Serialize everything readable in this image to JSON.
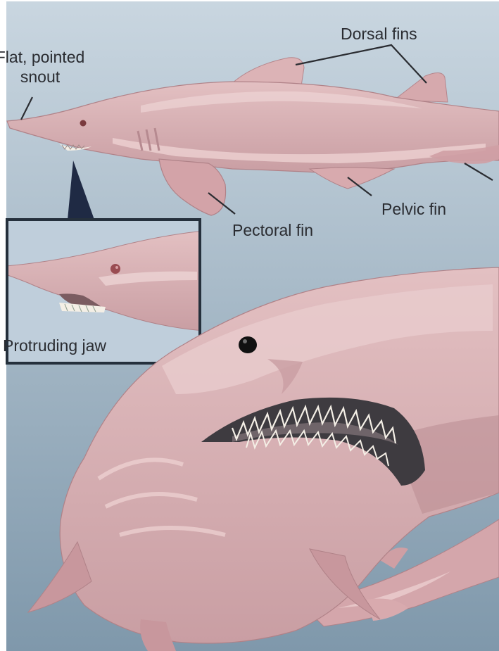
{
  "diagram": {
    "labels": {
      "snout_line1": "Flat, pointed",
      "snout_line2": "snout",
      "dorsal_fins": "Dorsal fins",
      "pelvic_fin": "Pelvic fin",
      "pectoral_fin": "Pectoral fin",
      "protruding_jaw": "Protruding jaw"
    },
    "colors": {
      "background_top": "#c9d6e0",
      "background_bottom": "#7f98ab",
      "body": "#dcb3b6",
      "body_highlight": "#efd4d4",
      "body_shadow": "#b98c92",
      "mouth": "#3e3b40",
      "teeth": "#f4efe6",
      "inset_border": "#25303c",
      "pointer_wedge": "#1f2a44",
      "label_text": "#2a2c31"
    }
  }
}
